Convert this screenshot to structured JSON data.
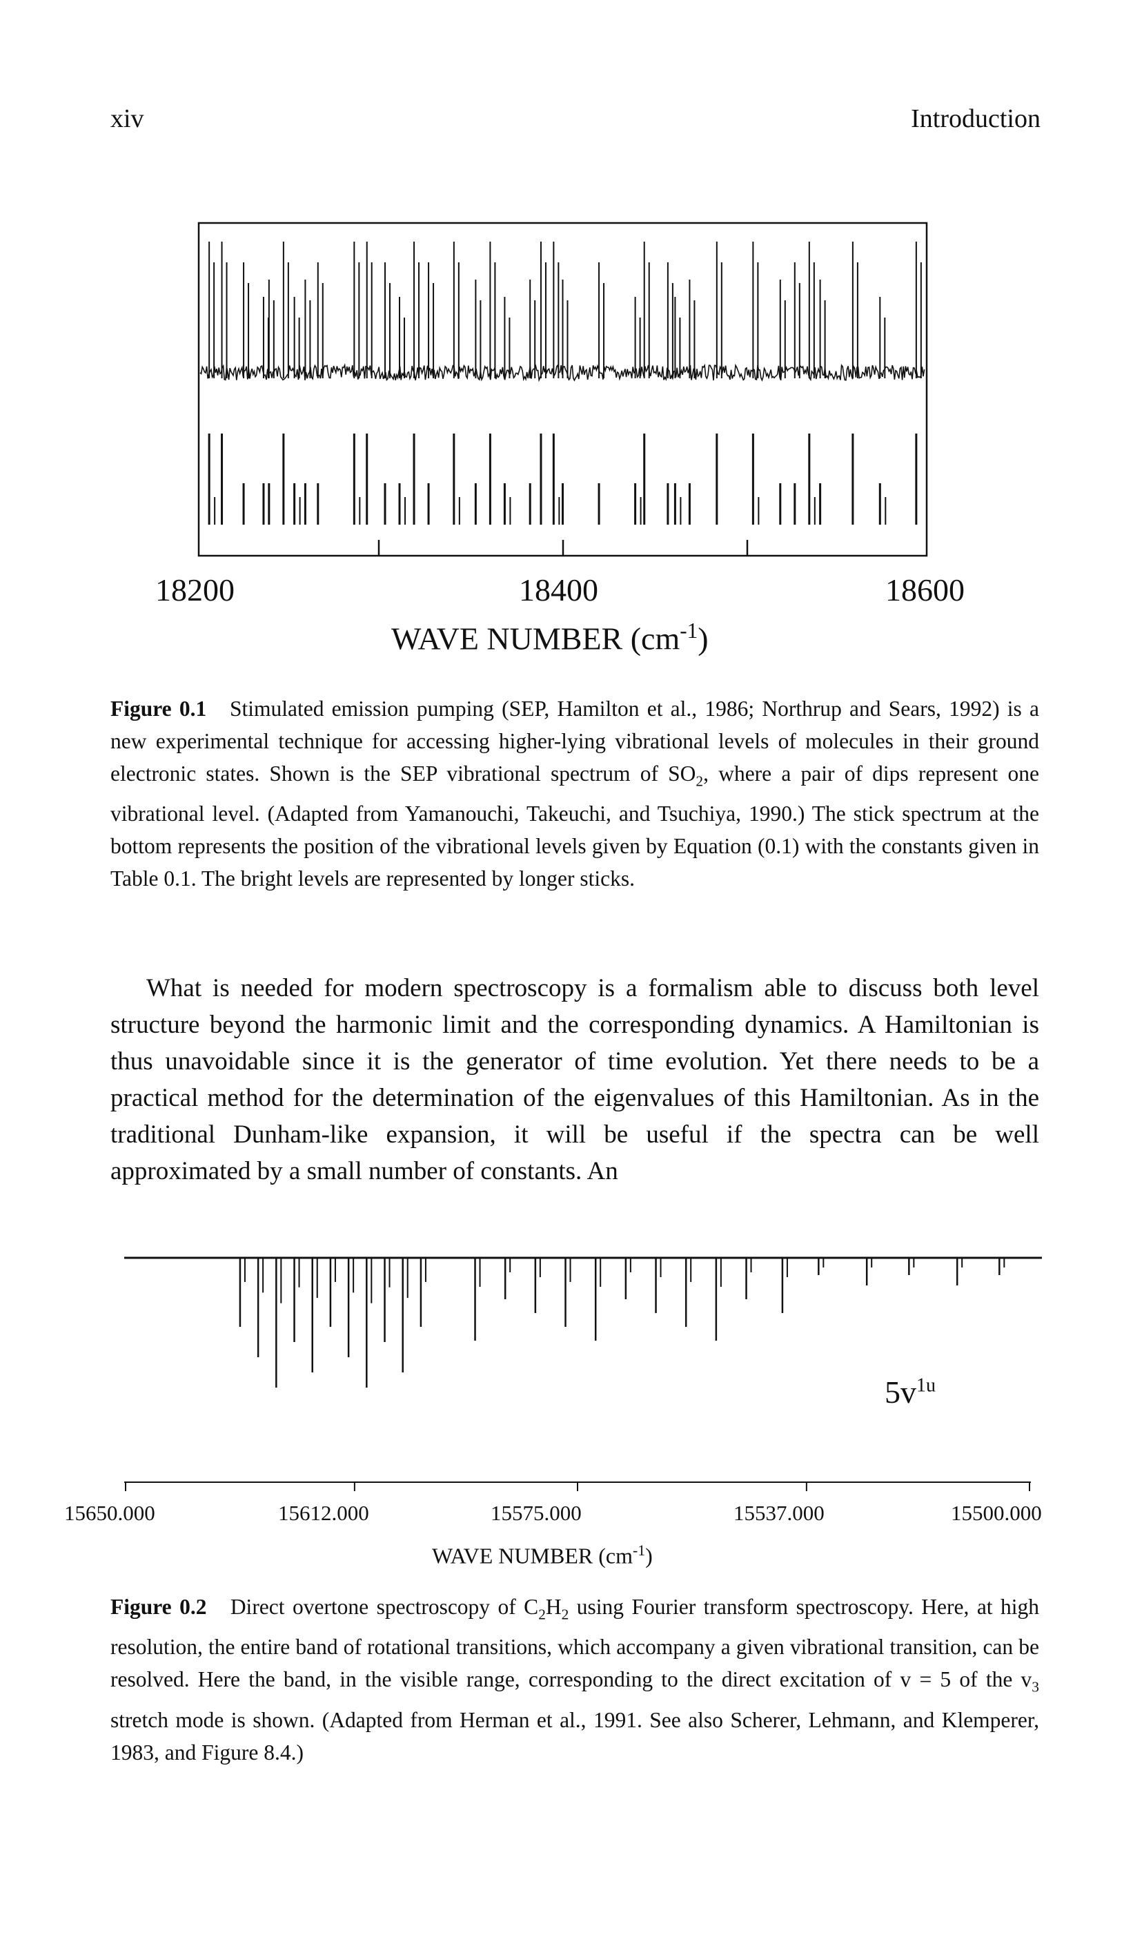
{
  "header": {
    "page_number": "xiv",
    "section": "Introduction"
  },
  "figure1": {
    "tick_labels": [
      "18200",
      "18400",
      "18600"
    ],
    "axis_title": "WAVE NUMBER (cm",
    "axis_title_sup": "-1",
    "axis_title_end": ")",
    "caption_label": "Figure 0.1",
    "caption_p1": "Stimulated emission pumping (SEP, Hamilton et al., 1986; Northrup and Sears, 1992) is a new experimental technique for accessing higher-lying vibrational levels of molecules in their ground electronic states. Shown is the SEP vibrational spectrum of SO",
    "caption_sub": "2",
    "caption_p2": ", where a pair of dips represent one vibrational level. (Adapted from Yamanouchi, Takeuchi, and Tsuchiya, 1990.) The stick spectrum at the bottom represents the position of the vibrational levels given by Equation (0.1) with the constants given in Table 0.1. The bright levels are represented by longer sticks."
  },
  "body_paragraph": "What is needed for modern spectroscopy is a formalism able to discuss both level structure beyond the harmonic limit and the corresponding dynamics. A Hamiltonian is thus unavoidable since it is the generator of time evolution. Yet there needs to be a practical method for the determination of the eigenvalues of this Hamiltonian. As in the traditional Dunham-like expansion, it will be useful if the spectra can be well approximated by a small number of constants. An",
  "figure2": {
    "band_label": "5v",
    "band_label_sup": "1u",
    "tick_labels": [
      "15650.000",
      "15612.000",
      "15575.000",
      "15537.000",
      "15500.000"
    ],
    "axis_title": "WAVE NUMBER (cm",
    "axis_title_sup": "-1",
    "axis_title_end": ")",
    "caption_label": "Figure 0.2",
    "caption_p1": "Direct overtone spectroscopy of C",
    "caption_sub1": "2",
    "caption_mid1": "H",
    "caption_sub2": "2",
    "caption_p2": " using Fourier transform spectroscopy. Here, at high resolution, the entire band of rotational transitions, which accompany a given vibrational transition, can be resolved. Here the band, in the visible range, corresponding to the direct excitation of v = 5 of the v",
    "caption_sub3": "3",
    "caption_p3": " stretch mode is shown. (Adapted from Herman et al., 1991. See also Scherer, Lehmann, and Klemperer, 1983, and Figure 8.4.)"
  },
  "chart_data": [
    {
      "type": "line",
      "description_of_content": "SEP vibrational spectrum of SO2 (upper trace) with stick spectrum (lower)",
      "xlabel": "WAVE NUMBER (cm-1)",
      "xlim": [
        18200,
        18600
      ],
      "x_ticks": [
        18200,
        18400,
        18600
      ],
      "stick_positions": [
        18205,
        18212,
        18224,
        18235,
        18238,
        18246,
        18252,
        18258,
        18265,
        18285,
        18292,
        18302,
        18310,
        18318,
        18326,
        18340,
        18352,
        18360,
        18368,
        18382,
        18388,
        18395,
        18400,
        18420,
        18440,
        18445,
        18458,
        18462,
        18470,
        18485,
        18505,
        18520,
        18528,
        18536,
        18542,
        18560,
        18575,
        18595
      ],
      "grid": false
    },
    {
      "type": "line",
      "xlabel": "WAVE NUMBER (cm-1)",
      "xlim": [
        15650,
        15500
      ],
      "x_ticks": [
        15650.0,
        15612.0,
        15575.0,
        15537.0,
        15500.0
      ],
      "absorption_lines": [
        15631,
        15628,
        15625,
        15622,
        15619,
        15616,
        15613,
        15610,
        15607,
        15604,
        15601,
        15592,
        15587,
        15582,
        15577,
        15572,
        15567,
        15562,
        15557,
        15552,
        15547,
        15541,
        15535,
        15527,
        15520,
        15512,
        15505
      ],
      "grid": false
    }
  ]
}
